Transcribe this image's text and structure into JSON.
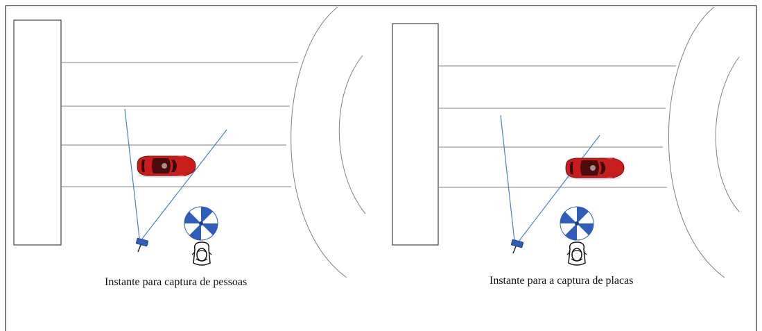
{
  "panels": [
    {
      "caption": "Instante para captura de pessoas"
    },
    {
      "caption": "Instante para a captura de placas"
    }
  ],
  "colors": {
    "road_line": "#7f7f7f",
    "camera_ray": "#4a7fc8",
    "car_body": "#c81d1d",
    "car_dark": "#4a0b0b",
    "umbrella_blue": "#2f5db8",
    "frame": "#000000"
  },
  "icons": [
    "building-block",
    "road-curve",
    "car-icon",
    "camera-icon",
    "umbrella-icon",
    "person-icon"
  ]
}
